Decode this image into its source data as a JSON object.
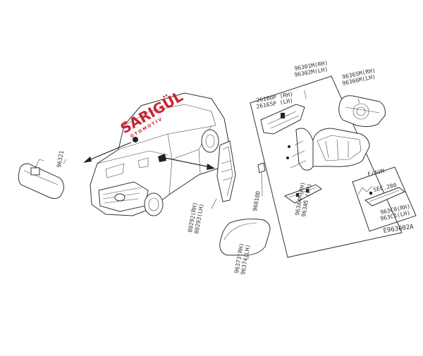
{
  "diagram_code": "E963002A",
  "watermark": {
    "brand": "SARIGÜL",
    "sub": "OTOMOTİV"
  },
  "parts": {
    "inner_mirror": "96321",
    "mirror_assembly": [
      "96301M(RH)",
      "96302M(LH)"
    ],
    "mirror_glass": [
      "96365M(RH)",
      "96366M(LH)"
    ],
    "turn_lamp": [
      "26160P (RH)",
      "26165P (LH)"
    ],
    "screw": "96010D",
    "finisher": [
      "80292(RH)",
      "80293(LH)"
    ],
    "lower_cover": [
      "963A4M(RH)",
      "963A5 (LH)"
    ],
    "cover_cap": [
      "96373(RH)",
      "96374(LH)"
    ],
    "avm_box_title": "F/AVM",
    "avm_section": "SEC.280",
    "avm_camera": [
      "963C0(RH)",
      "963C1(LH)"
    ]
  },
  "colors": {
    "line": "#333333",
    "brand": "#c9242f"
  }
}
